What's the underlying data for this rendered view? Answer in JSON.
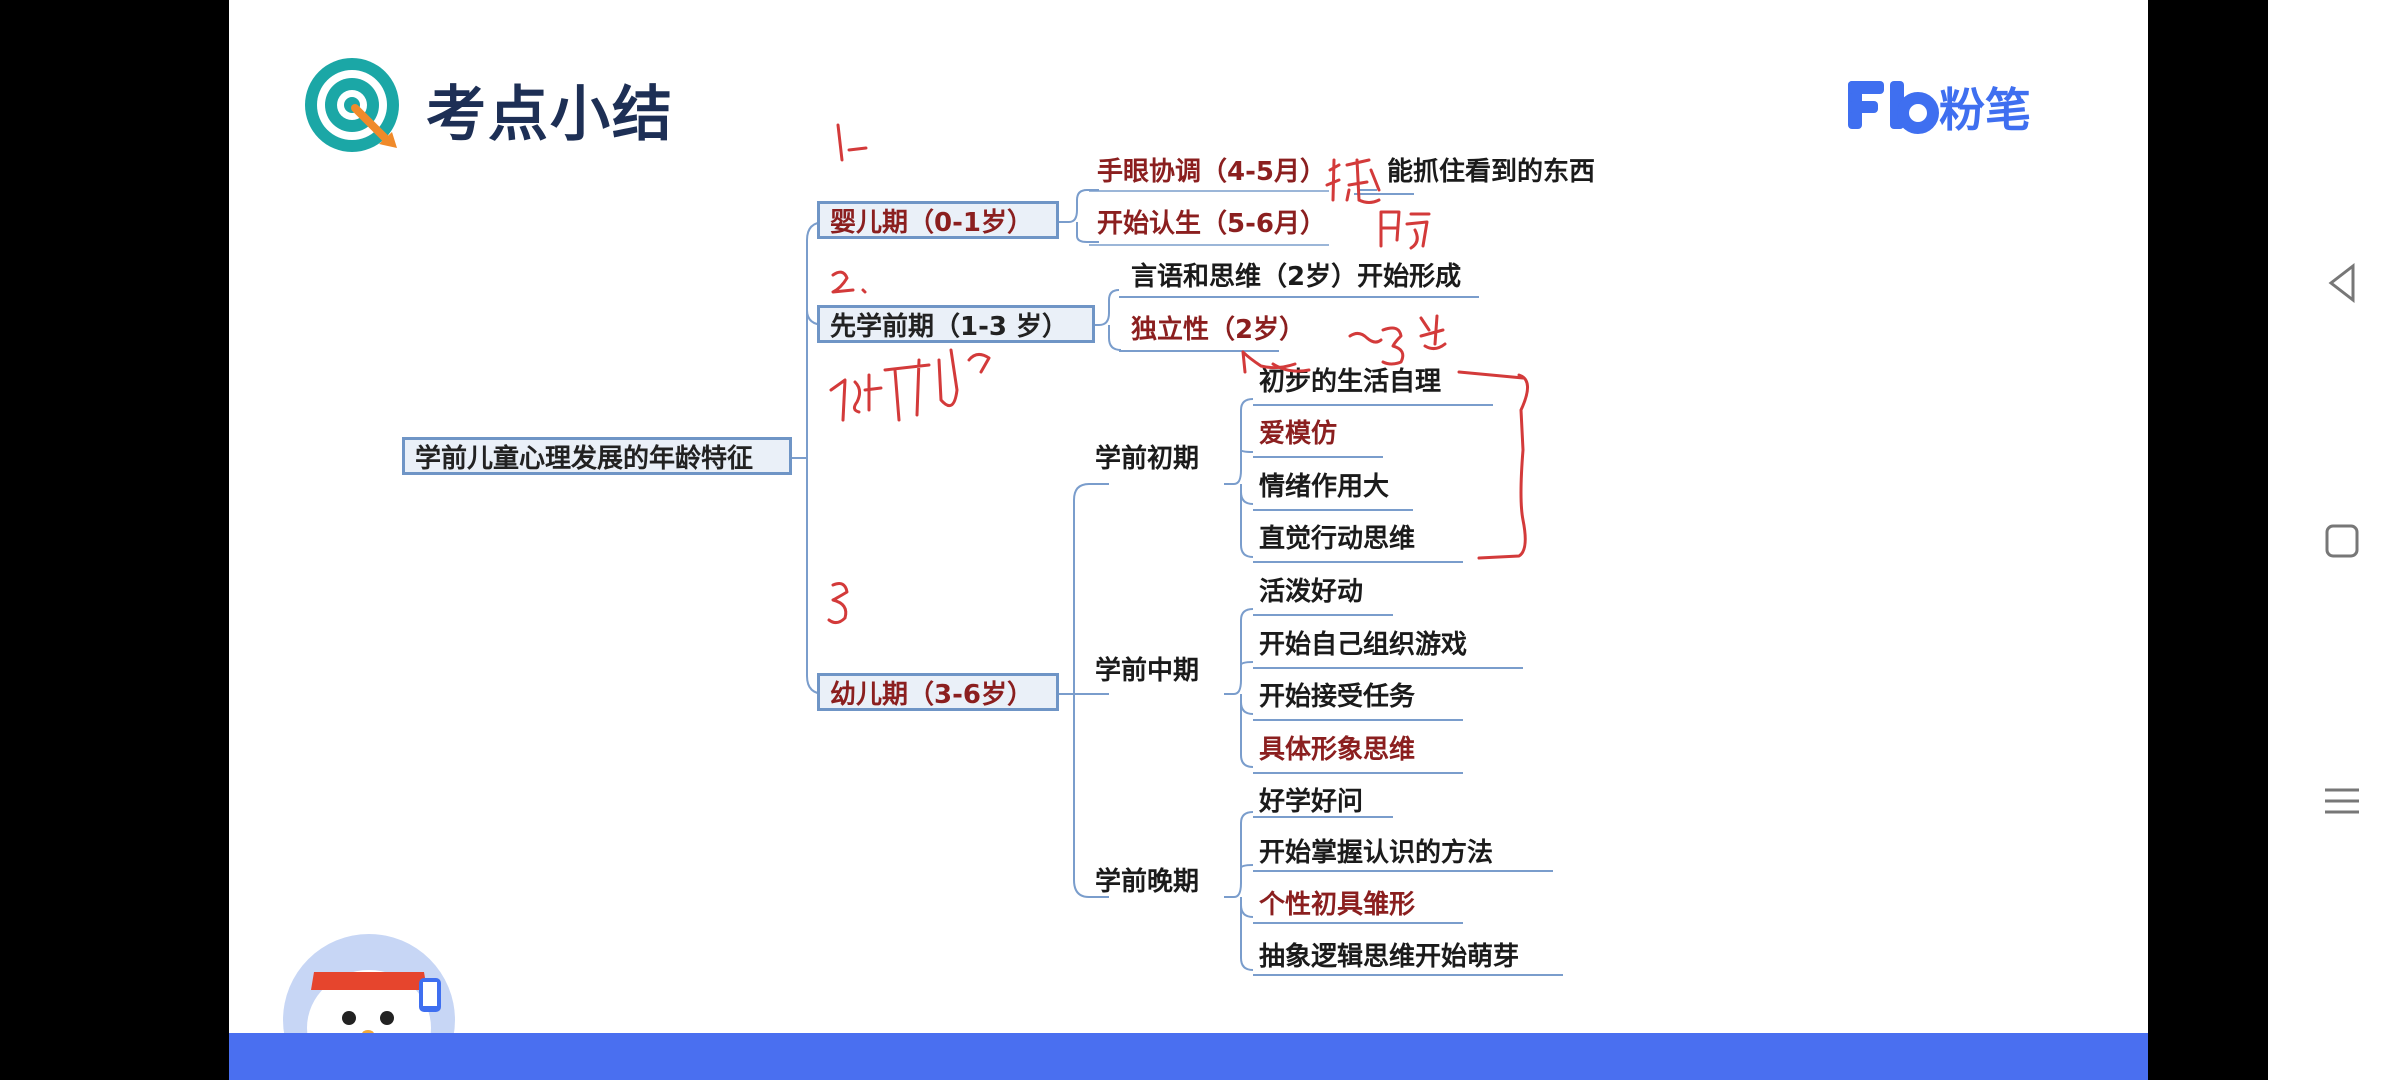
{
  "slide": {
    "title": "考点小结",
    "brand": "粉笔",
    "brand_mark": "Fb"
  },
  "mindmap": {
    "root": "学前儿童心理发展的年龄特征",
    "stages": [
      {
        "label": "婴儿期（0-1岁）",
        "items": [
          {
            "label": "手眼协调（4-5月）",
            "emphasis": true,
            "detail": "能抓住看到的东西"
          },
          {
            "label": "开始认生（5-6月）",
            "emphasis": true
          }
        ]
      },
      {
        "label": "先学前期（1-3 岁）",
        "items": [
          {
            "label": "言语和思维（2岁）开始形成",
            "emphasis": false
          },
          {
            "label": "独立性（2岁）",
            "emphasis": true
          }
        ]
      },
      {
        "label": "幼儿期（3-6岁）",
        "substages": [
          {
            "label": "学前初期",
            "items": [
              {
                "label": "初步的生活自理",
                "emphasis": false
              },
              {
                "label": "爱模仿",
                "emphasis": true
              },
              {
                "label": "情绪作用大",
                "emphasis": false
              },
              {
                "label": "直觉行动思维",
                "emphasis": false
              }
            ]
          },
          {
            "label": "学前中期",
            "items": [
              {
                "label": "活泼好动",
                "emphasis": false
              },
              {
                "label": "开始自己组织游戏",
                "emphasis": false
              },
              {
                "label": "开始接受任务",
                "emphasis": false
              },
              {
                "label": "具体形象思维",
                "emphasis": true
              }
            ]
          },
          {
            "label": "学前晚期",
            "items": [
              {
                "label": "好学好问",
                "emphasis": false
              },
              {
                "label": "开始掌握认识的方法",
                "emphasis": false
              },
              {
                "label": "个性初具雏形",
                "emphasis": true
              },
              {
                "label": "抽象逻辑思维开始萌芽",
                "emphasis": false
              }
            ]
          }
        ]
      }
    ]
  },
  "colors": {
    "accent": "#8b1f1f",
    "connector": "#6f95c6",
    "brand": "#3f6ff0",
    "handwriting": "#d33a3a"
  },
  "nav": {
    "back": "back-icon",
    "home": "home-icon",
    "menu": "menu-icon"
  }
}
